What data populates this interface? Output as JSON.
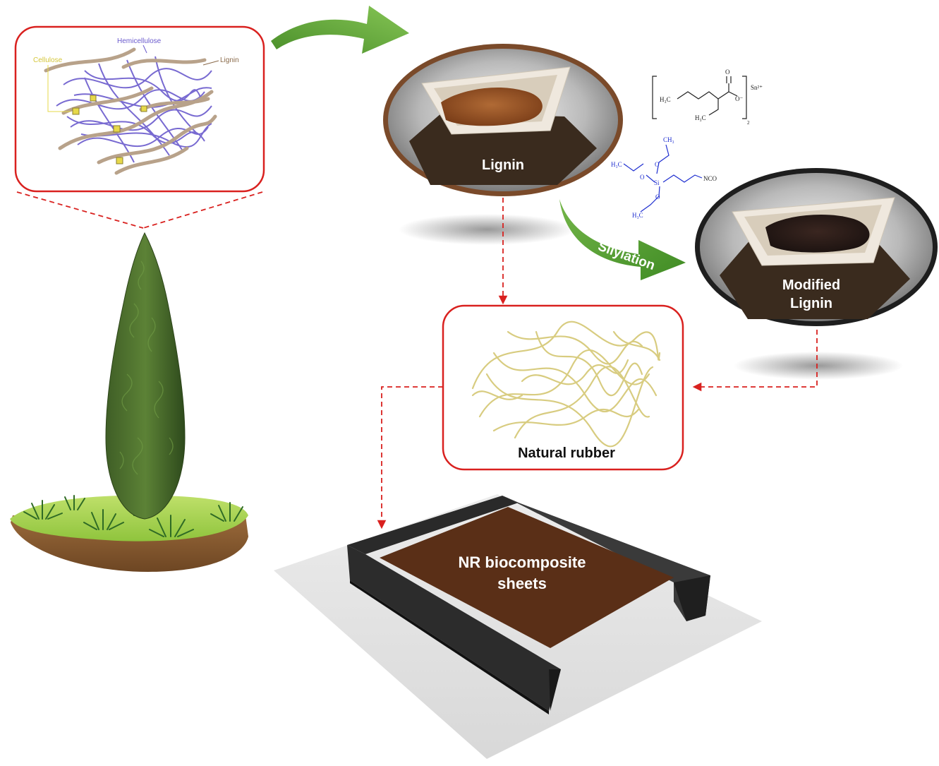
{
  "structure": {
    "hemicellulose": "Hemicellulose",
    "cellulose": "Cellulose",
    "lignin": "Lignin"
  },
  "lignin_sample": {
    "label": "Lignin"
  },
  "modified_sample": {
    "label_line1": "Modified",
    "label_line2": "Lignin"
  },
  "arrow_silylation": {
    "label": "Silylation"
  },
  "natural_rubber": {
    "label": "Natural rubber"
  },
  "sheets": {
    "label_line1": "NR biocomposite",
    "label_line2": "sheets"
  },
  "chem": {
    "tin_h3c": "H₃C",
    "tin_h3c_2": "H₃C",
    "tin_o": "O",
    "tin_ominus": "O⁻",
    "tin_sn": "Sn²⁺",
    "tin_sub": "2",
    "sil_ch3": "CH₃",
    "sil_h3c_left": "H₃C",
    "sil_h3c_bottom": "H₃C",
    "sil_o1": "O",
    "sil_o2": "O",
    "sil_o3": "O",
    "sil_si": "Si",
    "sil_nco": "NCO"
  },
  "colors": {
    "frame_red": "#d9211f",
    "arrow_green": "#5fa83a",
    "hemicellulose_blue": "#6a5acd",
    "cellulose_yellow": "#e6d84a",
    "lignin_brown": "#a08060",
    "rubber_yellow": "#d8cc80",
    "silane_blue": "#1f2fd0",
    "sheet_brown": "#5a2f17"
  }
}
